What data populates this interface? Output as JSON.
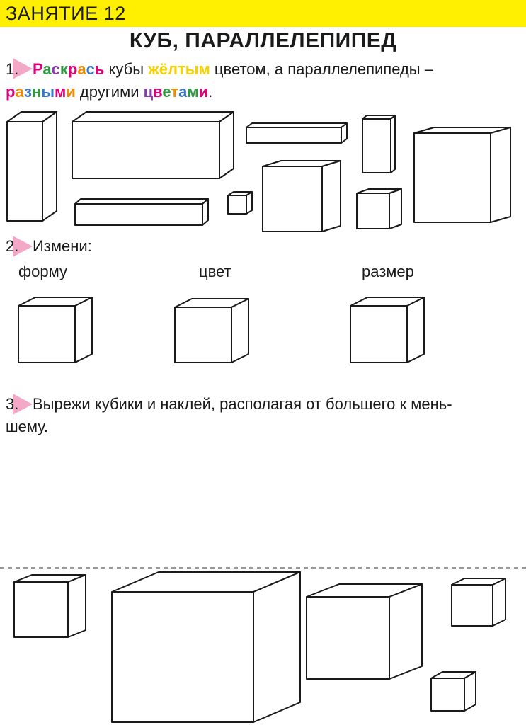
{
  "header": {
    "lesson": "ЗАНЯТИЕ 12"
  },
  "title": "КУБ, ПАРАЛЛЕЛЕПИПЕД",
  "task1": {
    "number": "1.",
    "line1": [
      {
        "text": "Р",
        "color": "#e0007a"
      },
      {
        "text": "а",
        "color": "#2e9c3e"
      },
      {
        "text": "с",
        "color": "#8a3ab0"
      },
      {
        "text": "к",
        "color": "#2e9c3e"
      },
      {
        "text": "р",
        "color": "#e0007a"
      },
      {
        "text": "а",
        "color": "#f08a00"
      },
      {
        "text": "с",
        "color": "#3a78c8"
      },
      {
        "text": "ь",
        "color": "#e0007a"
      },
      {
        "text": " кубы ",
        "color": "#1a1a1a",
        "plain": true
      },
      {
        "text": "жёлтым",
        "color": "#f7d000"
      },
      {
        "text": " цветом, а параллелепипеды –",
        "color": "#1a1a1a",
        "plain": true
      }
    ],
    "line2": [
      {
        "text": "р",
        "color": "#e0007a"
      },
      {
        "text": "а",
        "color": "#f08a00"
      },
      {
        "text": "з",
        "color": "#3a78c8"
      },
      {
        "text": "н",
        "color": "#2e9c3e"
      },
      {
        "text": "ы",
        "color": "#3a78c8"
      },
      {
        "text": "м",
        "color": "#e0007a"
      },
      {
        "text": "и",
        "color": "#f08a00"
      },
      {
        "text": " другими ",
        "color": "#1a1a1a",
        "plain": true
      },
      {
        "text": "ц",
        "color": "#8a3ab0"
      },
      {
        "text": "в",
        "color": "#e0007a"
      },
      {
        "text": "е",
        "color": "#2e9c3e"
      },
      {
        "text": "т",
        "color": "#f08a00"
      },
      {
        "text": "а",
        "color": "#3a78c8"
      },
      {
        "text": "м",
        "color": "#2e9c3e"
      },
      {
        "text": "и",
        "color": "#e0007a"
      },
      {
        "text": ".",
        "color": "#1a1a1a",
        "plain": true
      }
    ]
  },
  "task2": {
    "number": "2.",
    "text": "Измени:",
    "labels": {
      "shape": "форму",
      "color": "цвет",
      "size": "размер"
    }
  },
  "task3": {
    "number": "3.",
    "line1": "Вырежи кубики и наклей, располагая от большего к мень-",
    "line2": "шему."
  },
  "colors": {
    "header_band": "#ffef00",
    "flag": "#f4a8c8",
    "outline": "#1a1a1a"
  }
}
